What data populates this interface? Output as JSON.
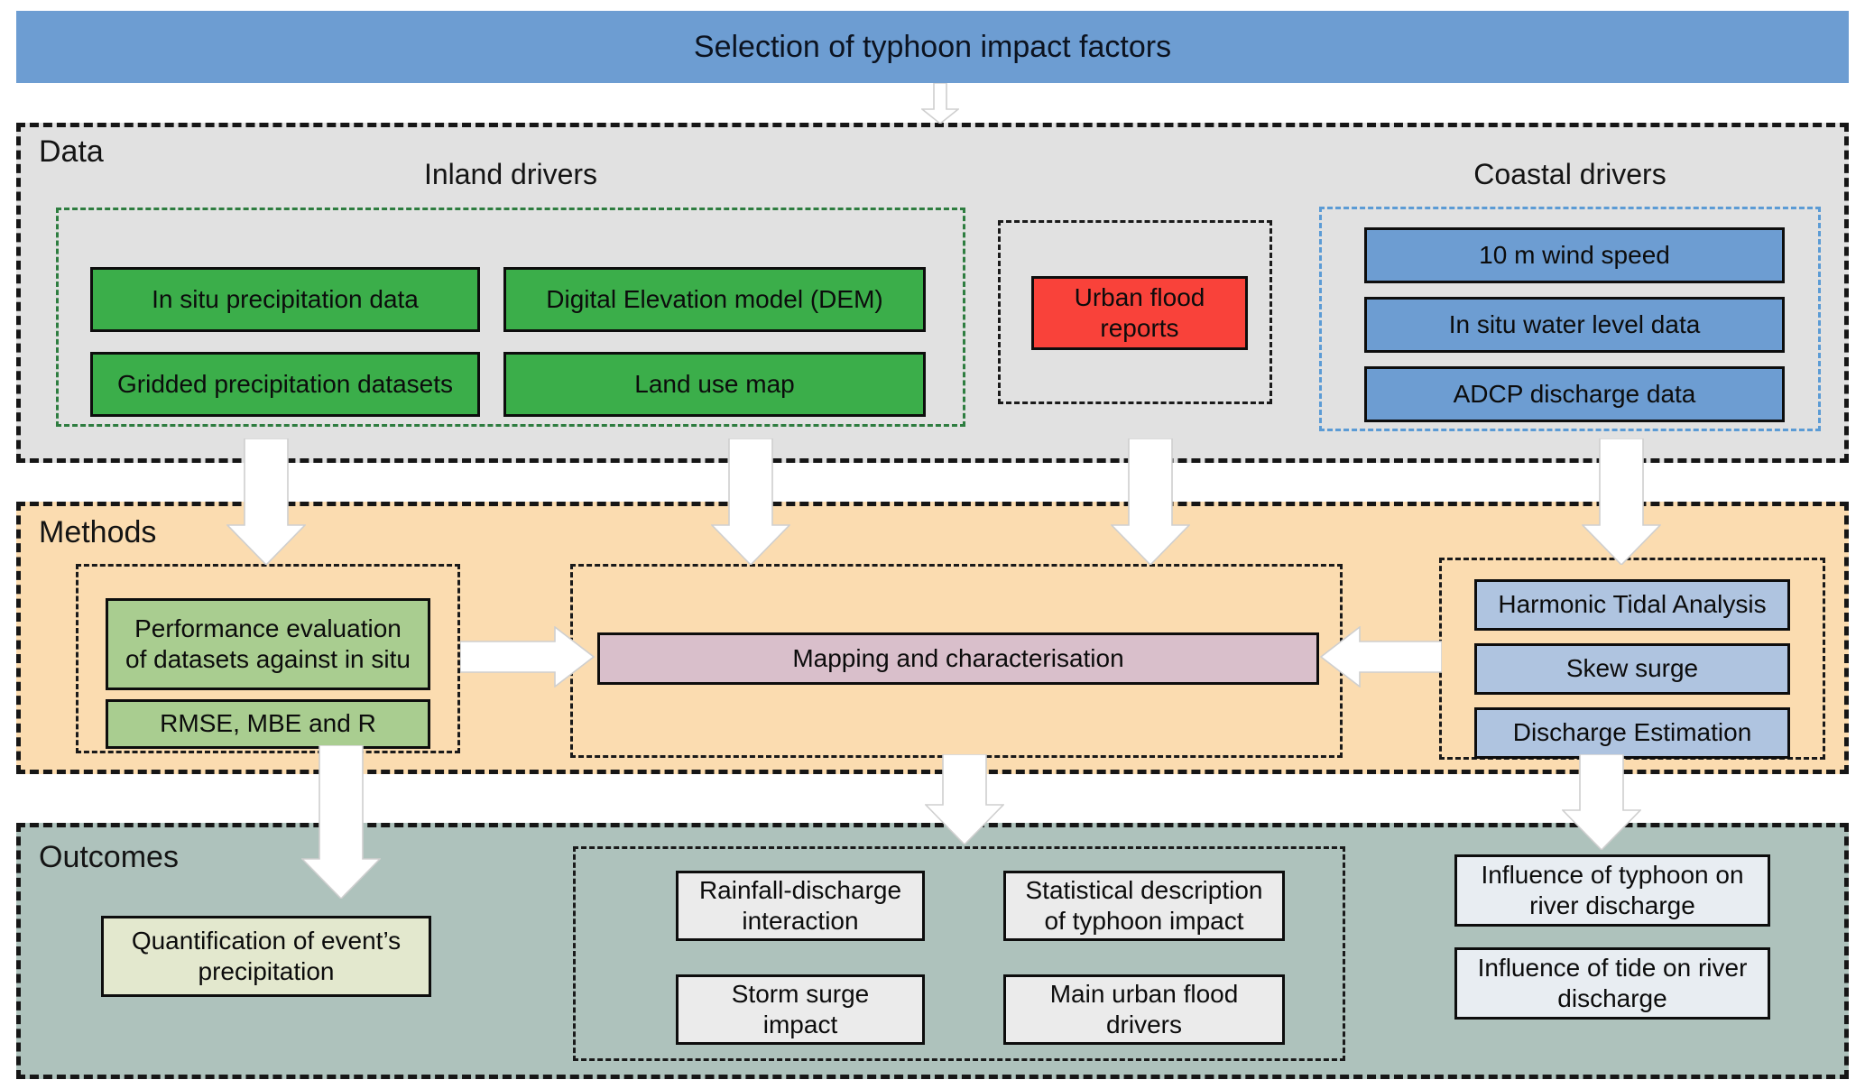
{
  "banner": {
    "title": "Selection of typhoon impact factors"
  },
  "colors": {
    "banner_blue": "#6D9DD2",
    "data_section_bg": "#E1E1E1",
    "inland_node_green": "#3BAE4A",
    "inland_border_green": "#2E7D40",
    "urban_node_red": "#F9423A",
    "coastal_node_blue": "#6D9DD2",
    "coastal_border_blue": "#5B9BD5",
    "methods_section_bg": "#FBDCB0",
    "evaluation_node_green": "#A9CD90",
    "mapping_node_mauve": "#D9BFCB",
    "tidal_node_blue": "#AFC4E0",
    "outcomes_section_bg": "#AEC2BC",
    "precipitation_node": "#E3E8CE",
    "outcome_node_gray": "#EBEBEB",
    "outcome_node_ice": "#E8EDF2"
  },
  "sections": {
    "data": {
      "label": "Data",
      "inland": {
        "title": "Inland drivers",
        "boxes": [
          "In situ precipitation data",
          "Digital Elevation model (DEM)",
          "Gridded precipitation datasets",
          "Land use map"
        ]
      },
      "urban": {
        "box": "Urban flood\nreports"
      },
      "coastal": {
        "title": "Coastal drivers",
        "boxes": [
          "10 m wind speed",
          "In situ water level data",
          "ADCP discharge data"
        ]
      }
    },
    "methods": {
      "label": "Methods",
      "evaluation": {
        "boxes": [
          "Performance evaluation\nof datasets against in situ",
          "RMSE, MBE and R"
        ]
      },
      "mapping": {
        "box": "Mapping and characterisation"
      },
      "tidal": {
        "boxes": [
          "Harmonic Tidal Analysis",
          "Skew surge",
          "Discharge Estimation"
        ]
      }
    },
    "outcomes": {
      "label": "Outcomes",
      "precipitation": {
        "box": "Quantification of event’s\nprecipitation"
      },
      "mapping_outcomes": {
        "boxes": [
          "Rainfall-discharge\ninteraction",
          "Statistical description\nof typhoon impact",
          "Storm surge\nimpact",
          "Main urban flood\ndrivers"
        ]
      },
      "coastal_outcomes": {
        "boxes": [
          "Influence of typhoon on\nriver discharge",
          "Influence of tide on river\ndischarge"
        ]
      }
    }
  }
}
